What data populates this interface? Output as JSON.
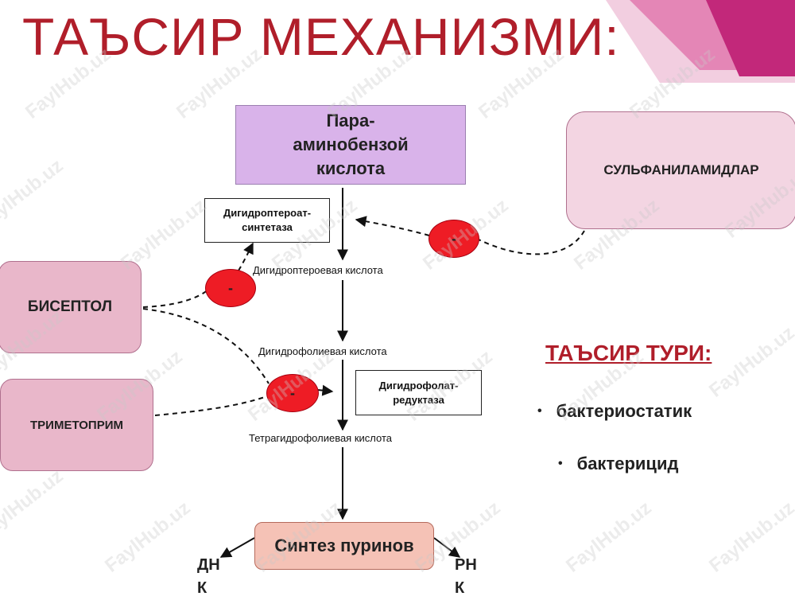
{
  "title": "ТАЪСИР МЕХАНИЗМИ:",
  "diagram": {
    "paba": "Пара-аминобензой кислота",
    "enzyme1": "Дигидроптероат-синтетаза",
    "step1": "Дигидроптероевая кислота",
    "step2": "Дигидрофолиевая кислота",
    "enzyme2": "Дигидрофолат-редуктаза",
    "step3": "Тетрагидрофолиевая кислота",
    "synthesis": "Синтез пуринов",
    "dna_label": "ДН К",
    "rna_label": "РН К",
    "inhibitor_sign": "-"
  },
  "drugs": {
    "sulfa": "СУЛЬФАНИЛАМИДЛАР",
    "biseptol": "БИСЕПТОЛ",
    "trimethoprim": "ТРИМЕТОПРИМ"
  },
  "action_types": {
    "title": "ТАЪСИР ТУРИ:",
    "items": [
      "бактериостатик",
      "бактерицид"
    ]
  },
  "watermark": "FaylHub.uz",
  "colors": {
    "title_red": "#b01e2a",
    "inhibitor_red": "#ee1c25",
    "paba_box": "#d9b3ea",
    "drug_box": "#e9b7ca",
    "synthesis_box": "#f5c2b6",
    "corner_magenta": "#c2287a"
  }
}
